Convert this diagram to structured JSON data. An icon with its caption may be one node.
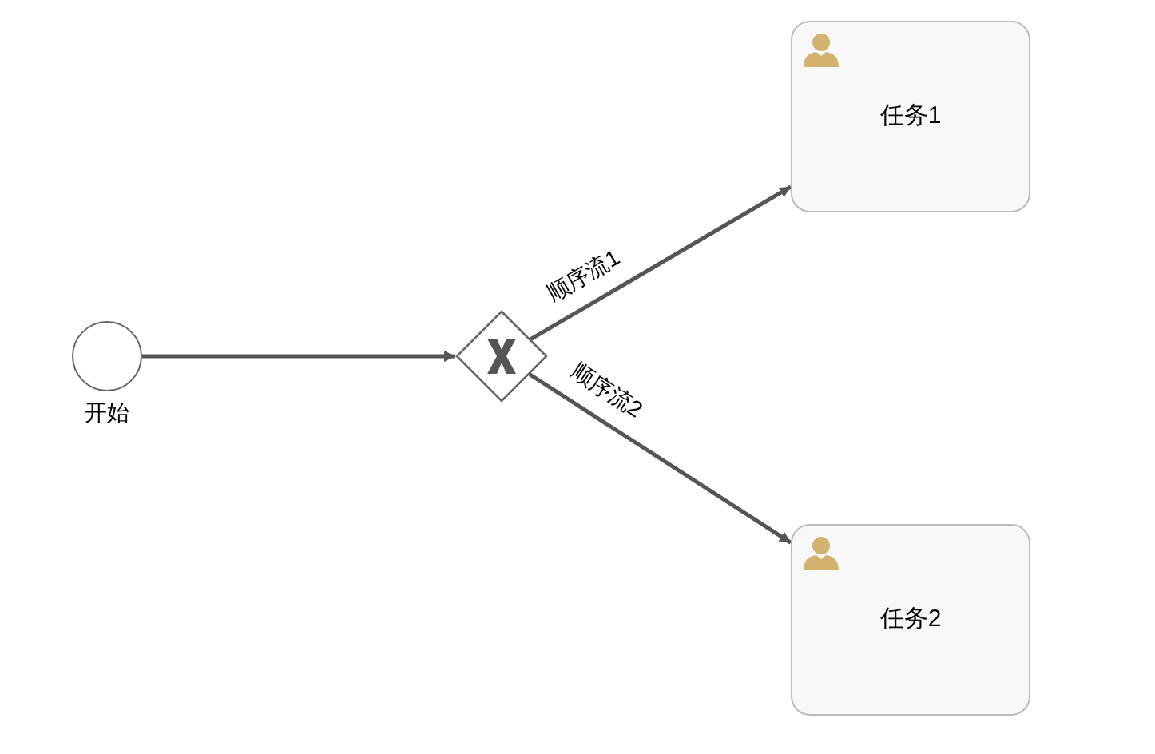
{
  "diagram": {
    "nodes": [
      {
        "text": [],
        "shape": "circle",
        "beside": [
          "开始"
        ]
      },
      {
        "text": [],
        "shape": "diamond"
      },
      {
        "text": [
          "任务1"
        ]
      },
      {
        "text": [
          "任务2"
        ]
      }
    ],
    "edges": [
      {
        "from": 0,
        "to": 1,
        "arrow": "to"
      },
      {
        "from": 1,
        "to": 2,
        "arrow": "to",
        "label": "顺序流1"
      },
      {
        "from": 1,
        "to": 3,
        "arrow": "to",
        "label": "顺序流2"
      }
    ]
  }
}
